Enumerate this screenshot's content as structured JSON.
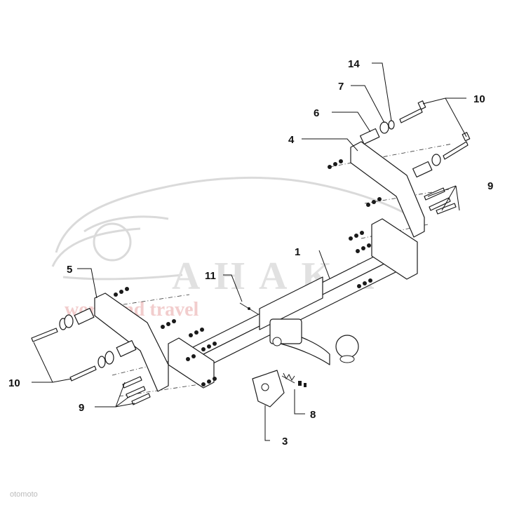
{
  "diagram": {
    "callouts": [
      {
        "id": "1",
        "label": "1"
      },
      {
        "id": "3",
        "label": "3"
      },
      {
        "id": "4",
        "label": "4"
      },
      {
        "id": "5",
        "label": "5"
      },
      {
        "id": "6",
        "label": "6"
      },
      {
        "id": "7",
        "label": "7"
      },
      {
        "id": "8",
        "label": "8"
      },
      {
        "id": "9a",
        "label": "9"
      },
      {
        "id": "9b",
        "label": "9"
      },
      {
        "id": "10a",
        "label": "10"
      },
      {
        "id": "10b",
        "label": "10"
      },
      {
        "id": "11",
        "label": "11"
      },
      {
        "id": "14",
        "label": "14"
      }
    ]
  },
  "watermark": {
    "brand": "AHAKA",
    "tagline": "work and travel",
    "color_brand": "#c9c9c9",
    "color_tagline": "#e8a5a5"
  },
  "footer": {
    "source": "otomoto"
  }
}
